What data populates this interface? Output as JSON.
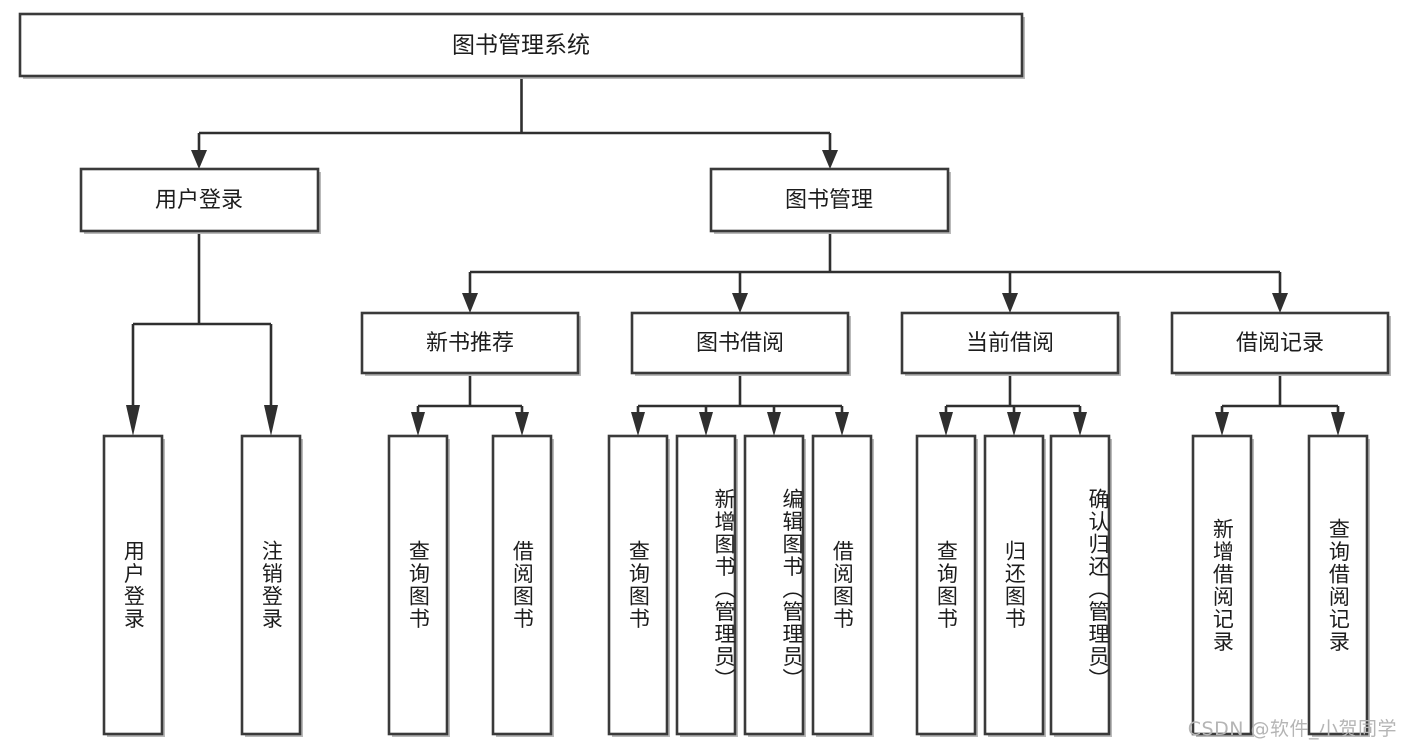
{
  "diagram": {
    "title": "图书管理系统",
    "type": "tree-hierarchy",
    "orientation": "top-down",
    "watermark": "CSDN @软件_小贺同学",
    "colors": {
      "box_fill": "#ffffff",
      "box_stroke": "#3a3a3a",
      "connector": "#2f2f2f",
      "text": "#1d1d1d",
      "watermark": "#b5b5b5",
      "background": "#ffffff"
    }
  },
  "root": {
    "label": "图书管理系统"
  },
  "level2": [
    {
      "label": "用户登录"
    },
    {
      "label": "图书管理"
    }
  ],
  "level3": [
    {
      "label": "新书推荐"
    },
    {
      "label": "图书借阅"
    },
    {
      "label": "当前借阅"
    },
    {
      "label": "借阅记录"
    }
  ],
  "leaves": {
    "user_login": [
      {
        "label": "用户登录"
      },
      {
        "label": "注销登录"
      }
    ],
    "new_books": [
      {
        "label": "查询图书"
      },
      {
        "label": "借阅图书"
      }
    ],
    "book_borrow": [
      {
        "label": "查询图书"
      },
      {
        "label": "新增图书（管理员）"
      },
      {
        "label": "编辑图书（管理员）"
      },
      {
        "label": "借阅图书"
      }
    ],
    "current_borrow": [
      {
        "label": "查询图书"
      },
      {
        "label": "归还图书"
      },
      {
        "label": "确认归还（管理员）"
      }
    ],
    "borrow_record": [
      {
        "label": "新增借阅记录"
      },
      {
        "label": "查询借阅记录"
      }
    ]
  }
}
